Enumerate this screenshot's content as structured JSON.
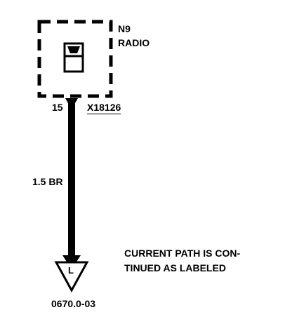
{
  "component": {
    "designation": "N9",
    "name": "RADIO"
  },
  "connector": {
    "pin": "15",
    "id": "X18126"
  },
  "wire": {
    "spec": "1.5 BR"
  },
  "ground_symbol": {
    "letter": "L",
    "ref": "0670.0-03"
  },
  "note": {
    "line1": "CURRENT PATH IS CON-",
    "line2": "TINUED AS LABELED"
  },
  "colors": {
    "ink": "#000000",
    "background": "#ffffff"
  }
}
